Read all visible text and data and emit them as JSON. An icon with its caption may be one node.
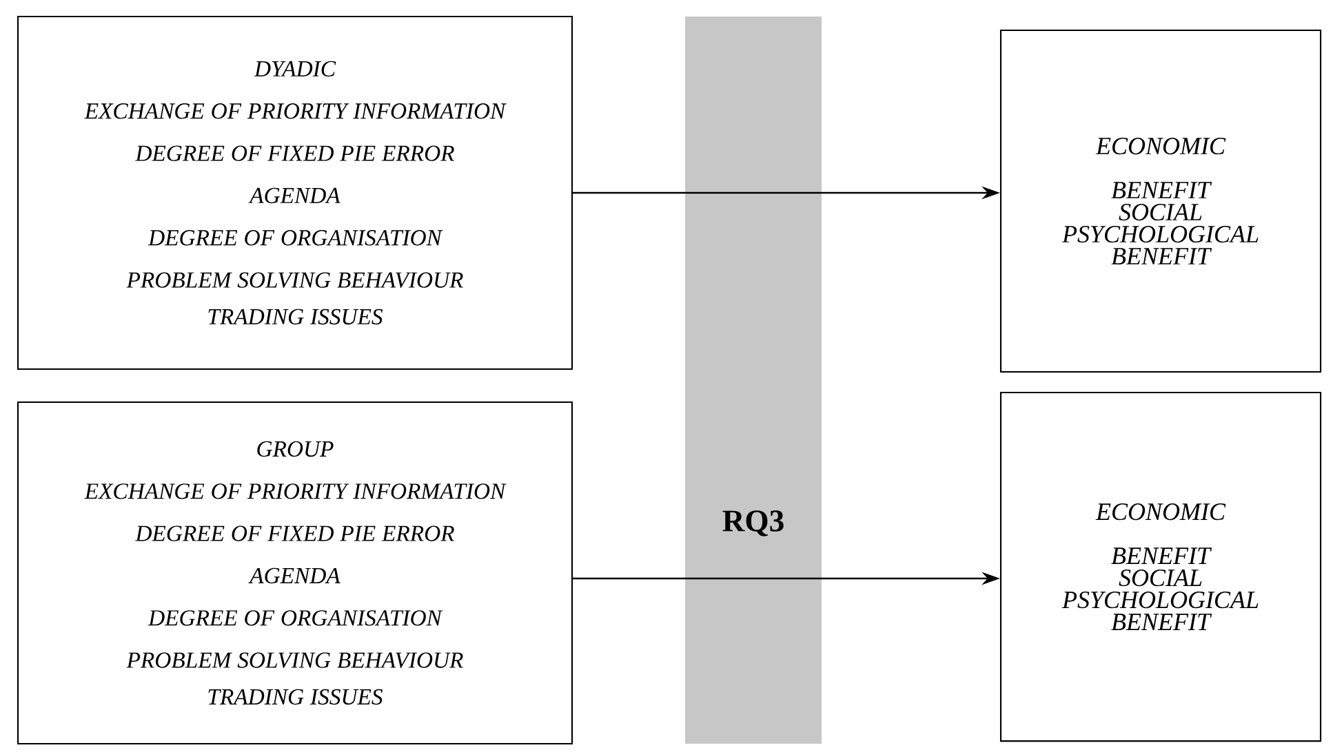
{
  "diagram": {
    "nodes": [
      {
        "text": [
          "DYADIC",
          "EXCHANGE OF PRIORITY INFORMATION",
          "DEGREE OF FIXED PIE ERROR",
          "AGENDA",
          "DEGREE OF ORGANISATION",
          "PROBLEM SOLVING BEHAVIOUR",
          "TRADING ISSUES"
        ]
      },
      {
        "text": [
          "ECONOMIC BENEFIT",
          "SOCIAL PSYCHOLOGICAL BENEFIT"
        ]
      },
      {
        "text": [
          "GROUP",
          "EXCHANGE OF PRIORITY INFORMATION",
          "DEGREE OF FIXED PIE ERROR",
          "AGENDA",
          "DEGREE OF ORGANISATION",
          "PROBLEM SOLVING BEHAVIOUR",
          "TRADING ISSUES"
        ]
      },
      {
        "text": [
          "ECONOMIC BENEFIT",
          "SOCIAL PSYCHOLOGICAL BENEFIT"
        ]
      }
    ],
    "edges": [
      {
        "from": 0,
        "to": 1,
        "arrow": "to"
      },
      {
        "from": 2,
        "to": 3,
        "arrow": "to"
      }
    ],
    "labels": [
      "RQ3"
    ]
  }
}
